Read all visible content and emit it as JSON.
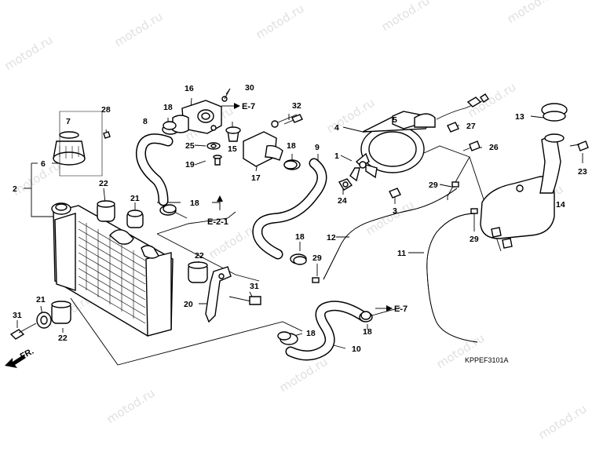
{
  "watermark": "motod.ru",
  "diagram_code": "KPPEF3101A",
  "front_label": "FR.",
  "refs": {
    "e7_a": "E-7",
    "e7_b": "E-7",
    "e21": "E-2-1"
  },
  "callouts": {
    "c30": "30",
    "c16": "16",
    "c28": "28",
    "c18a": "18",
    "c32": "32",
    "c7": "7",
    "c8": "8",
    "c5": "5",
    "c13": "13",
    "c4": "4",
    "c27": "27",
    "c25": "25",
    "c15": "15",
    "c18b": "18",
    "c9": "9",
    "c26": "26",
    "c6": "6",
    "c19": "19",
    "c1": "1",
    "c23": "23",
    "c17": "17",
    "c2": "2",
    "c22a": "22",
    "c29a": "29",
    "c24": "24",
    "c21a": "21",
    "c18c": "18",
    "c3": "3",
    "c14": "14",
    "c18d": "18",
    "c12": "12",
    "c29b": "29",
    "c11": "11",
    "c22b": "22",
    "c29c": "29",
    "c31a": "31",
    "c20": "20",
    "c21b": "21",
    "c31b": "31",
    "c22c": "22",
    "c18e": "18",
    "c18f": "18",
    "c10": "10"
  }
}
